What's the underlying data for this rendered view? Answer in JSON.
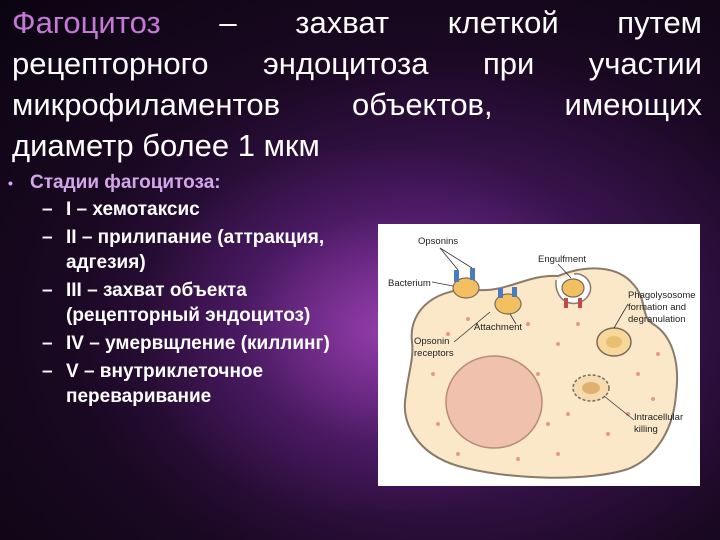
{
  "title": {
    "accent": "Фагоцитоз",
    "rest": " – захват клеткой путем рецепторного эндоцитоза при участии микрофиламентов объектов, имеющих диаметр более 1 мкм"
  },
  "stages": {
    "heading": "Стадии фагоцитоза:",
    "items": [
      "I – хемотаксис",
      "II – прилипание (аттракция, адгезия)",
      "III – захват объекта (рецепторный эндоцитоз)",
      "IV – умервщление (киллинг)",
      "V – внутриклеточное переваривание"
    ]
  },
  "figure": {
    "labels": {
      "opsonins": "Opsonins",
      "engulfment": "Engulfment",
      "bacterium": "Bacterium",
      "phago_1": "Phagolysosome",
      "phago_2": "formation and",
      "phago_3": "degranulation",
      "attachment": "Attachment",
      "receptors_1": "Opsonin",
      "receptors_2": "receptors",
      "killing_1": "Intracellular",
      "killing_2": "killing"
    }
  }
}
